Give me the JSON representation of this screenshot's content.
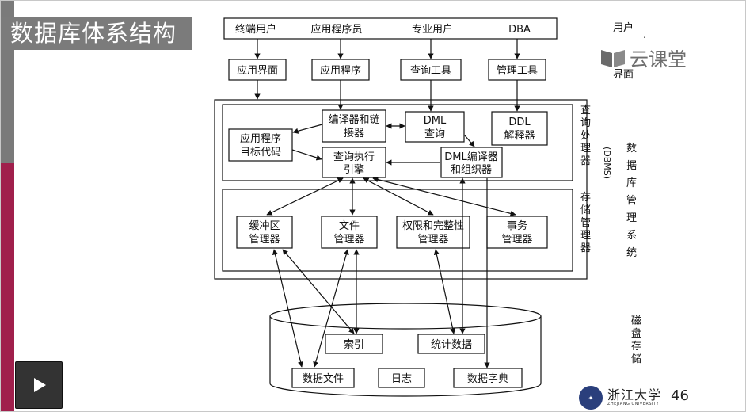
{
  "slide": {
    "title": "数据库体系结构",
    "brand_name": "云课堂",
    "university_name": "浙江大学",
    "university_en": "ZHEJIANG UNIVERSITY",
    "page_number": "46",
    "stray_mark": "."
  },
  "diagram": {
    "users_row": [
      "终端用户",
      "应用程序员",
      "专业用户",
      "DBA"
    ],
    "interface_row": [
      "应用界面",
      "应用程序",
      "查询工具",
      "管理工具"
    ],
    "side_labels": {
      "user": "用户",
      "ui": "界面",
      "query_processor": "查询处理器",
      "dbms_name": "数据库管理系统",
      "dbms_abbr": "(DBMS)",
      "storage_manager": "存储管理器",
      "disk_storage": "磁盘存储"
    },
    "query_processor": {
      "app_target_code": [
        "应用程序",
        "目标代码"
      ],
      "compiler_linker": [
        "编译器和链",
        "接器"
      ],
      "dml_query": [
        "DML",
        "查询"
      ],
      "ddl_interpreter": [
        "DDL",
        "解释器"
      ],
      "query_engine": [
        "查询执行",
        "引擎"
      ],
      "dml_compiler": [
        "DML编译器",
        "和组织器"
      ]
    },
    "storage_manager": {
      "buffer": [
        "缓冲区",
        "管理器"
      ],
      "file": [
        "文件",
        "管理器"
      ],
      "authority": [
        "权限和完整性",
        "管理器"
      ],
      "transaction": [
        "事务",
        "管理器"
      ]
    },
    "disk": {
      "index": "索引",
      "statistics": "统计数据",
      "data_files": "数据文件",
      "log": "日志",
      "data_dictionary": "数据字典"
    }
  }
}
